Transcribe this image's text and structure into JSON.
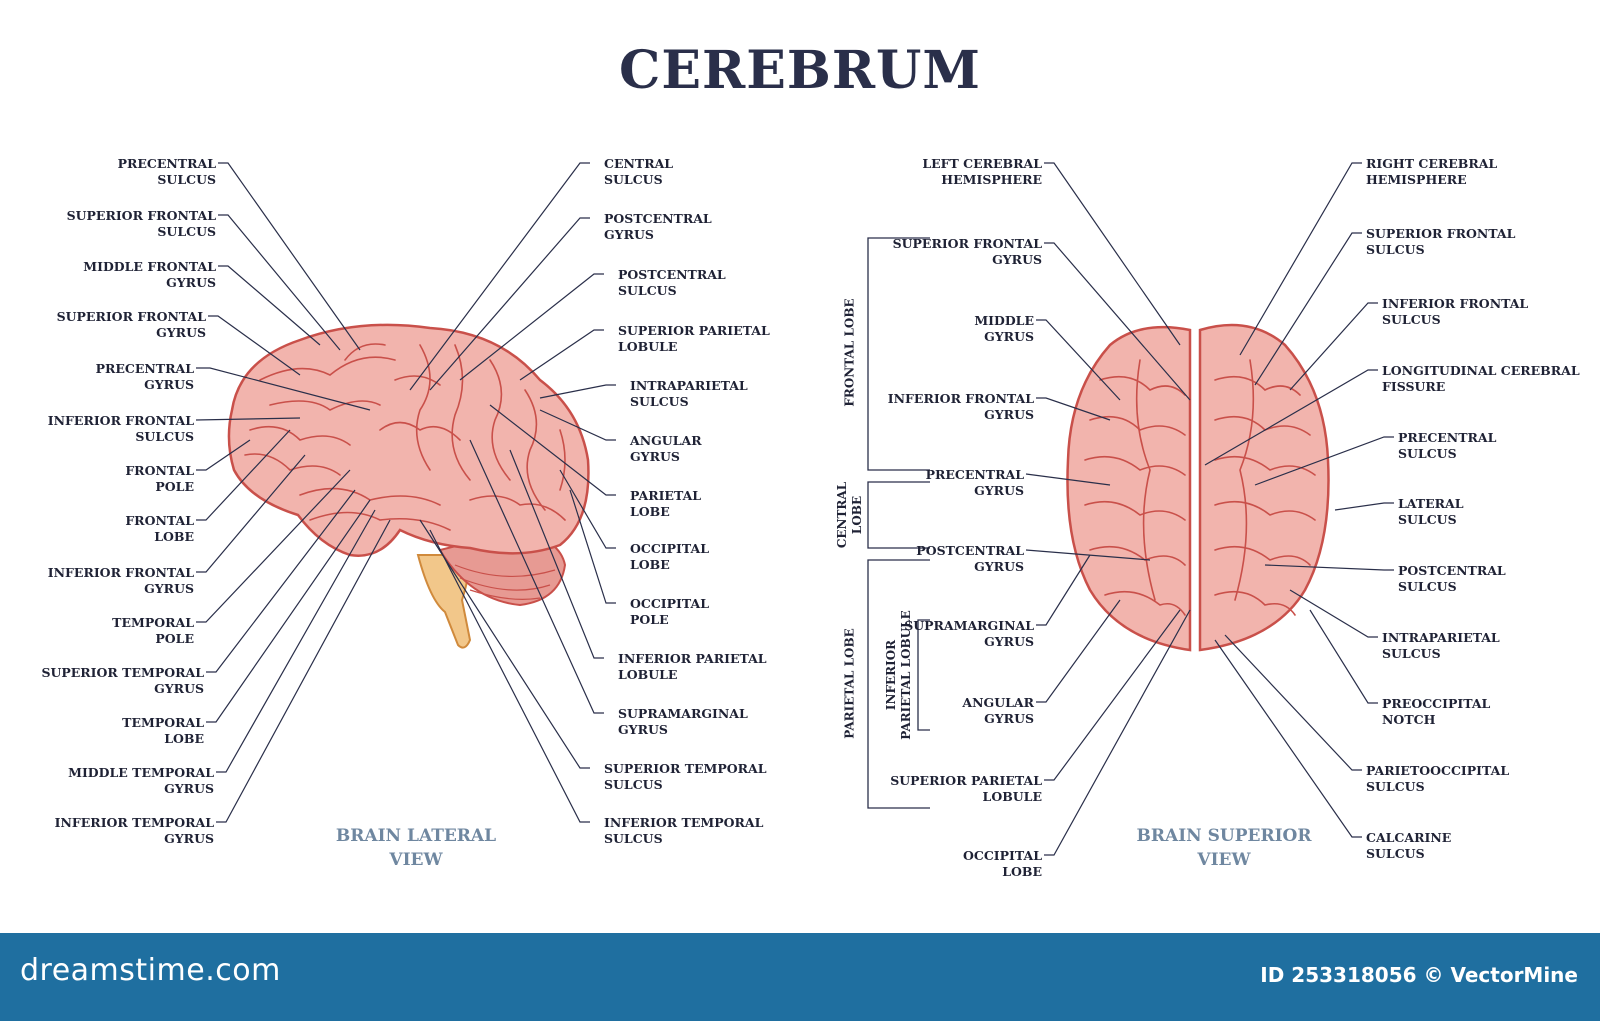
{
  "title": "CEREBRUM",
  "lateral": {
    "view_label": "BRAIN LATERAL\nVIEW",
    "left_labels": [
      "PRECENTRAL\nSULCUS",
      "SUPERIOR FRONTAL\nSULCUS",
      "MIDDLE FRONTAL\nGYRUS",
      "SUPERIOR FRONTAL\nGYRUS",
      "PRECENTRAL\nGYRUS",
      "INFERIOR FRONTAL\nSULCUS",
      "FRONTAL\nPOLE",
      "FRONTAL\nLOBE",
      "INFERIOR FRONTAL\nGYRUS",
      "TEMPORAL\nPOLE",
      "SUPERIOR TEMPORAL\nGYRUS",
      "TEMPORAL\nLOBE",
      "MIDDLE TEMPORAL\nGYRUS",
      "INFERIOR TEMPORAL\nGYRUS"
    ],
    "right_labels": [
      "CENTRAL\nSULCUS",
      "POSTCENTRAL\nGYRUS",
      "POSTCENTRAL\nSULCUS",
      "SUPERIOR PARIETAL\nLOBULE",
      "INTRAPARIETAL\nSULCUS",
      "ANGULAR\nGYRUS",
      "PARIETAL\nLOBE",
      "OCCIPITAL\nLOBE",
      "OCCIPITAL\nPOLE",
      "INFERIOR PARIETAL\nLOBULE",
      "SUPRAMARGINAL\nGYRUS",
      "SUPERIOR TEMPORAL\nSULCUS",
      "INFERIOR TEMPORAL\nSULCUS"
    ]
  },
  "superior": {
    "view_label": "BRAIN SUPERIOR\nVIEW",
    "left_labels": [
      "LEFT CEREBRAL\nHEMISPHERE",
      "SUPERIOR FRONTAL\nGYRUS",
      "MIDDLE\nGYRUS",
      "INFERIOR FRONTAL\nGYRUS",
      "PRECENTRAL\nGYRUS",
      "POSTCENTRAL\nGYRUS",
      "SUPRAMARGINAL\nGYRUS",
      "ANGULAR\nGYRUS",
      "SUPERIOR PARIETAL\nLOBULE",
      "OCCIPITAL\nLOBE"
    ],
    "right_labels": [
      "RIGHT CEREBRAL\nHEMISPHERE",
      "SUPERIOR FRONTAL\nSULCUS",
      "INFERIOR FRONTAL\nSULCUS",
      "LONGITUDINAL CEREBRAL\nFISSURE",
      "PRECENTRAL\nSULCUS",
      "LATERAL\nSULCUS",
      "POSTCENTRAL\nSULCUS",
      "INTRAPARIETAL\nSULCUS",
      "PREOCCIPITAL\nNOTCH",
      "PARIETOOCCIPITAL\nSULCUS",
      "CALCARINE\nSULCUS"
    ],
    "group_labels": {
      "frontal": "FRONTAL LOBE",
      "central": "CENTRAL\nLOBE",
      "parietal": "PARIETAL LOBE",
      "inferior_parietal": "INFERIOR\nPARIETAL LOBULE"
    }
  },
  "footer": {
    "brand": "dreamstime.com",
    "credit": "ID 253318056 © VectorMine"
  },
  "colors": {
    "brain_fill": "#f2b4ad",
    "brain_outline": "#c9504a",
    "stem": "#f2c78a",
    "footer_bg": "#1f6fa0",
    "title": "#2a2f4a",
    "view_label": "#6f87a0"
  }
}
